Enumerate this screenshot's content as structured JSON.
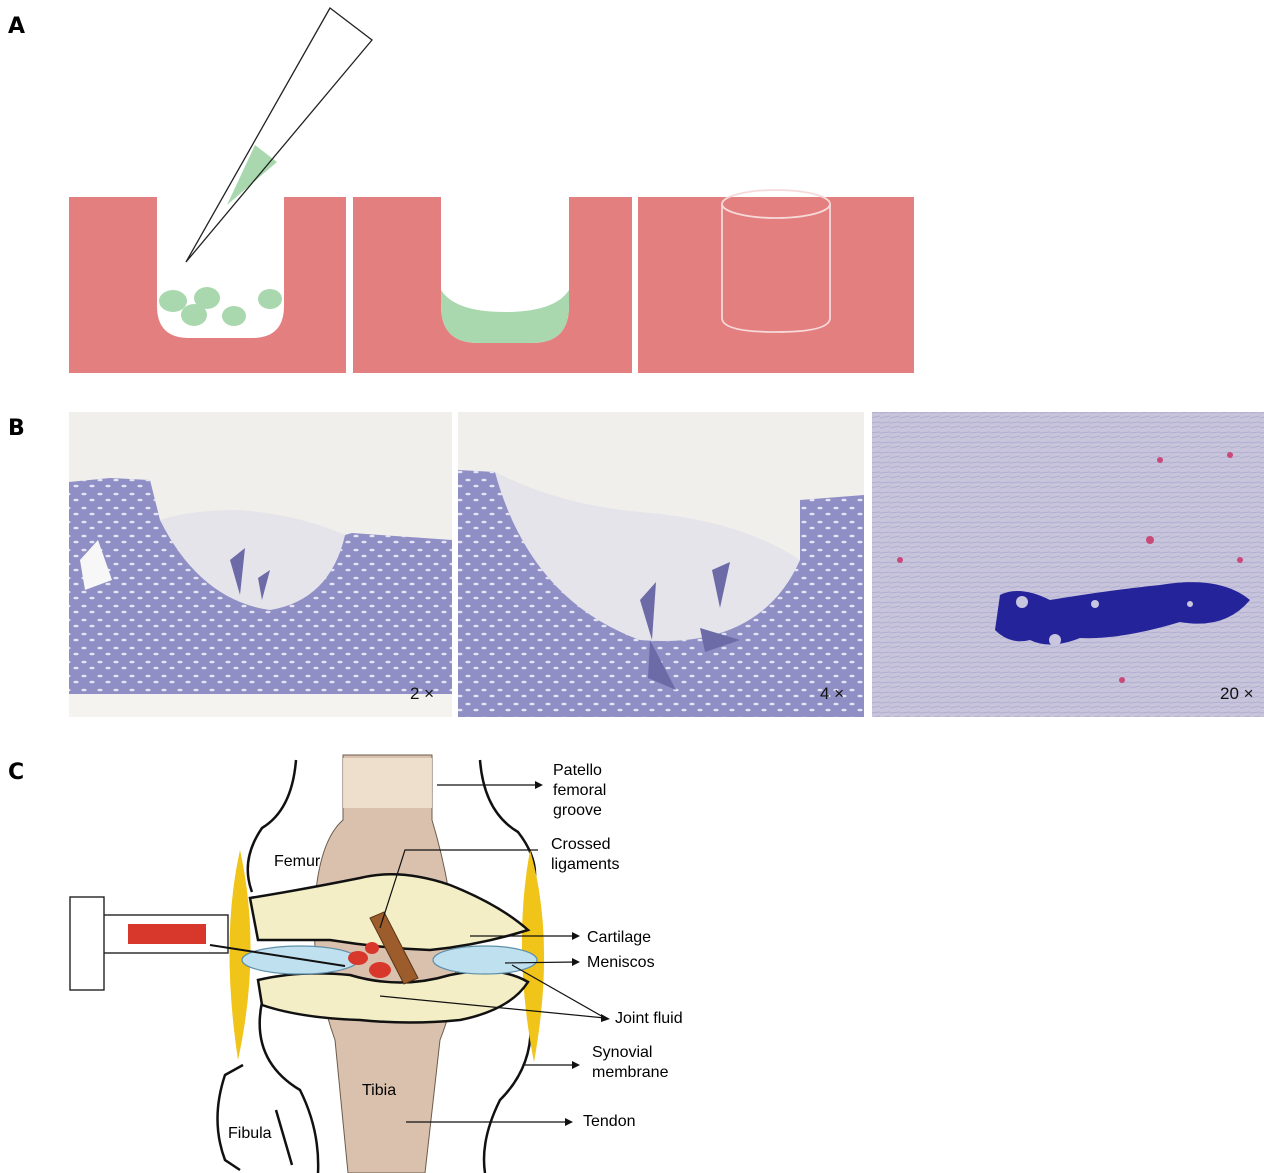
{
  "panels": {
    "a": {
      "label": "A"
    },
    "b": {
      "label": "B",
      "magnifications": [
        "2 ×",
        "4 ×",
        "20 ×"
      ]
    },
    "c": {
      "label": "C",
      "anatomy": {
        "femur": "Femur",
        "tibia": "Tibia",
        "fibula": "Fibula",
        "patello_line1": "Patello",
        "patello_line2": "femoral",
        "patello_line3": "groove",
        "crossed_line1": "Crossed",
        "crossed_line2": "ligaments",
        "cartilage": "Cartilage",
        "meniscos": "Meniscos",
        "joint_fluid": "Joint fluid",
        "synovial_line1": "Synovial",
        "synovial_line2": "membrane",
        "tendon": "Tendon"
      }
    }
  },
  "colors": {
    "tissue_pink": "#e47f80",
    "cell_green": "#a9d8ae",
    "stain_blue": "#8f8fc6",
    "bone_tan": "#d9c1ae",
    "ligament_yellow": "#f0c419",
    "syringe_red": "#d8382b",
    "meniscus_blue": "#bfe0ee"
  }
}
